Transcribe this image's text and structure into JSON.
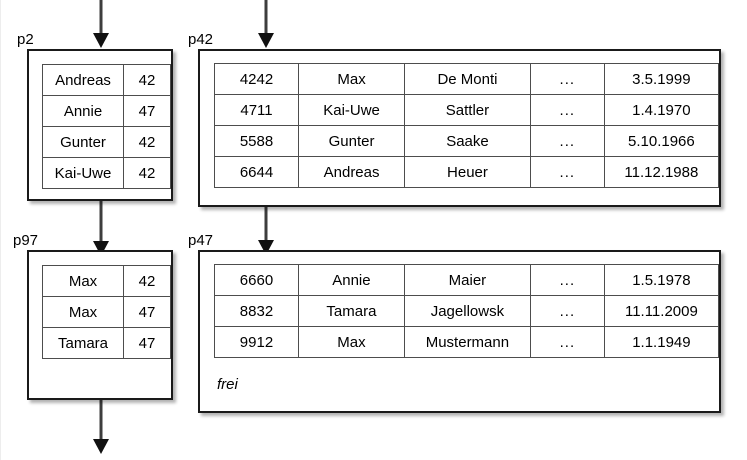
{
  "diagram": {
    "title": "Hash index pages with overflow and data pages",
    "background_color": "#ffffff",
    "box_border_color": "#1a1a1a",
    "cell_border_color": "#4d4d4d",
    "arrow_color": "#3d3d3d"
  },
  "pages": {
    "p2": {
      "label": "p2",
      "type": "index",
      "columns": 2,
      "rows": [
        {
          "name": "Andreas",
          "value": "42"
        },
        {
          "name": "Annie",
          "value": "47"
        },
        {
          "name": "Gunter",
          "value": "42"
        },
        {
          "name": "Kai-Uwe",
          "value": "42"
        }
      ]
    },
    "p97": {
      "label": "p97",
      "type": "index",
      "columns": 2,
      "rows": [
        {
          "name": "Max",
          "value": "42"
        },
        {
          "name": "Max",
          "value": "47"
        },
        {
          "name": "Tamara",
          "value": "47"
        }
      ]
    },
    "p42": {
      "label": "p42",
      "type": "data",
      "columns": 5,
      "rows": [
        {
          "id": "4242",
          "first": "Max",
          "last": "De Monti",
          "more": "...",
          "date": "3.5.1999"
        },
        {
          "id": "4711",
          "first": "Kai-Uwe",
          "last": "Sattler",
          "more": "...",
          "date": "1.4.1970"
        },
        {
          "id": "5588",
          "first": "Gunter",
          "last": "Saake",
          "more": "...",
          "date": "5.10.1966"
        },
        {
          "id": "6644",
          "first": "Andreas",
          "last": "Heuer",
          "more": "...",
          "date": "11.12.1988"
        }
      ],
      "free_space_label": ""
    },
    "p47": {
      "label": "p47",
      "type": "data",
      "columns": 5,
      "rows": [
        {
          "id": "6660",
          "first": "Annie",
          "last": "Maier",
          "more": "...",
          "date": "1.5.1978"
        },
        {
          "id": "8832",
          "first": "Tamara",
          "last": "Jagellowsk",
          "more": "...",
          "date": "11.11.2009"
        },
        {
          "id": "9912",
          "first": "Max",
          "last": "Mustermann",
          "more": "...",
          "date": "1.1.1949"
        }
      ],
      "free_space_label": "frei"
    }
  },
  "arrows": [
    {
      "name": "arrow-into-p2",
      "from": "top-edge",
      "to": "p2"
    },
    {
      "name": "arrow-into-p42",
      "from": "top-edge",
      "to": "p42"
    },
    {
      "name": "arrow-p2-to-p97",
      "from": "p2",
      "to": "p97"
    },
    {
      "name": "arrow-p42-to-p47",
      "from": "p42",
      "to": "p47"
    },
    {
      "name": "arrow-p97-out",
      "from": "p97",
      "to": "bottom-edge"
    }
  ]
}
